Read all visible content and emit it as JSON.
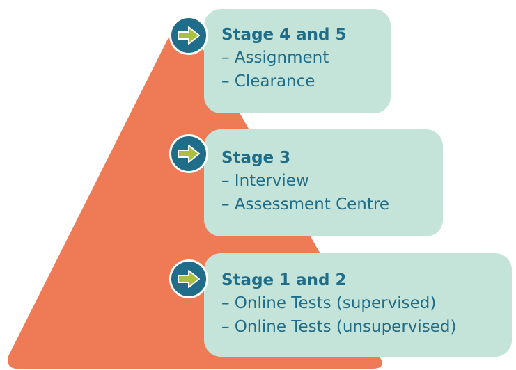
{
  "colors": {
    "pyramid": "#ee7b56",
    "box": "#c4e3d9",
    "text": "#1f6d88",
    "badge": "#1f6d88",
    "arrow": "#a9c23d"
  },
  "icon": "arrow-right-icon",
  "stages": [
    {
      "title": "Stage 4 and 5",
      "items": [
        "– Assignment",
        "– Clearance"
      ]
    },
    {
      "title": "Stage 3",
      "items": [
        "– Interview",
        "– Assessment Centre"
      ]
    },
    {
      "title": "Stage 1 and 2",
      "items": [
        "– Online Tests (supervised)",
        "– Online Tests (unsupervised)"
      ]
    }
  ]
}
